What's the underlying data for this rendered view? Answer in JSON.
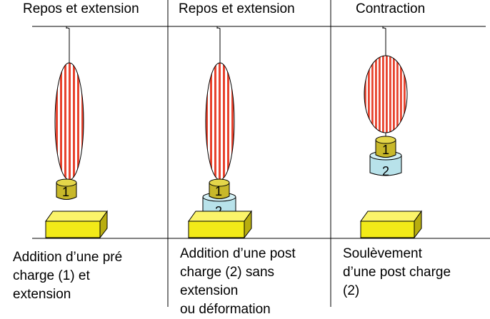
{
  "headers": [
    "Repos et extension",
    "Repos et extension",
    "Contraction"
  ],
  "captions": [
    [
      "Addition d’une pré",
      "charge  (1) et",
      "extension"
    ],
    [
      "Addition d’une post",
      "charge (2) sans",
      "extension",
      "ou déformation"
    ],
    [
      "Soulèvement",
      "d’une post charge",
      "(2)"
    ]
  ],
  "weight_labels": {
    "pre_load": "1",
    "post_load": "2"
  },
  "colors": {
    "muscle_stripe": "#e8432e",
    "weight_top": "#d8c83a",
    "weight_body": "#c8b82a",
    "post_weight": "#b8e2ea",
    "support_block": "#f2ea18"
  }
}
